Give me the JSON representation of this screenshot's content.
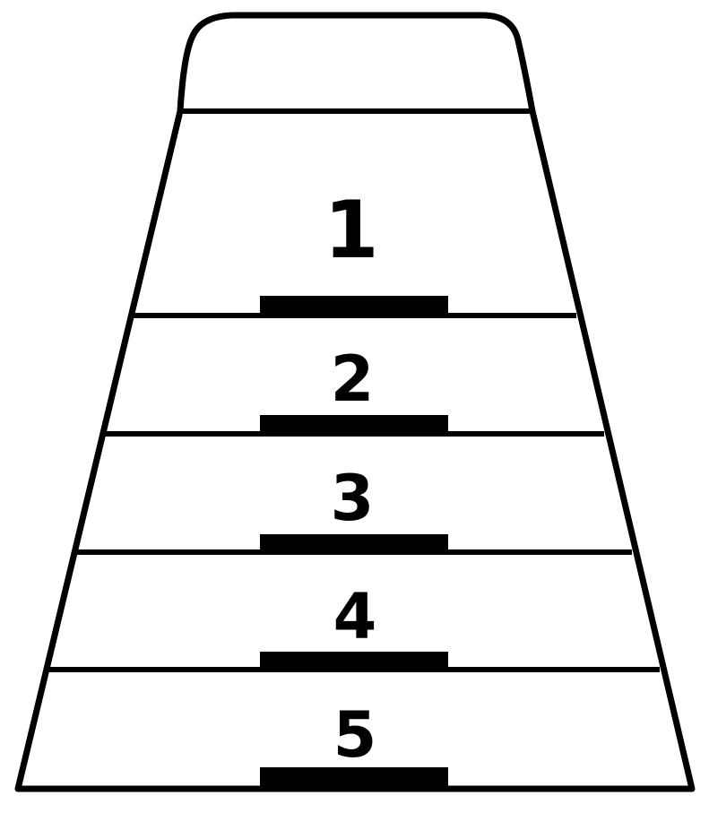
{
  "diagram": {
    "type": "vaulting-box",
    "colors": {
      "stroke": "#000000",
      "fill": "#ffffff"
    },
    "sections": [
      {
        "label": "1"
      },
      {
        "label": "2"
      },
      {
        "label": "3"
      },
      {
        "label": "4"
      },
      {
        "label": "5"
      }
    ]
  }
}
